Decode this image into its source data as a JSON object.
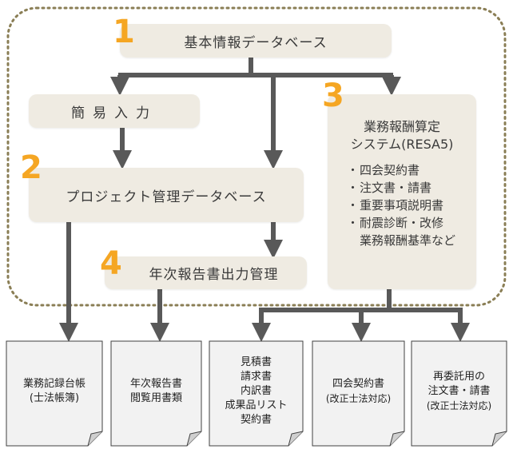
{
  "colors": {
    "number": "#f5a623",
    "box": "#efebe2",
    "arrow": "#595959",
    "dotted_border": "#8a7e55",
    "doc_fill": "#f2f2f2"
  },
  "boxes": {
    "basic_db": {
      "number": "1",
      "label": "基本情報データベース"
    },
    "simple_input": {
      "label": "簡易入力"
    },
    "project_db": {
      "number": "2",
      "label": "プロジェクト管理データベース"
    },
    "fee_system": {
      "number": "3",
      "title_line1": "業務報酬算定",
      "title_line2": "システム(RESA5)",
      "items": [
        "四会契約書",
        "注文書・請書",
        "重要事項説明書",
        "耐震診断・改修"
      ],
      "item_continuation": "業務報酬基準など"
    },
    "annual_report": {
      "number": "4",
      "label": "年次報告書出力管理"
    }
  },
  "documents": [
    {
      "lines": [
        "業務記録台帳",
        "(士法帳簿)"
      ]
    },
    {
      "lines": [
        "年次報告書",
        "閲覧用書類"
      ]
    },
    {
      "lines": [
        "見積書",
        "請求書",
        "内訳書",
        "成果品リスト",
        "契約書"
      ]
    },
    {
      "lines": [
        "四会契約書",
        "(改正士法対応)"
      ]
    },
    {
      "lines": [
        "再委託用の",
        "注文書・請書",
        "(改正士法対応)"
      ]
    }
  ]
}
